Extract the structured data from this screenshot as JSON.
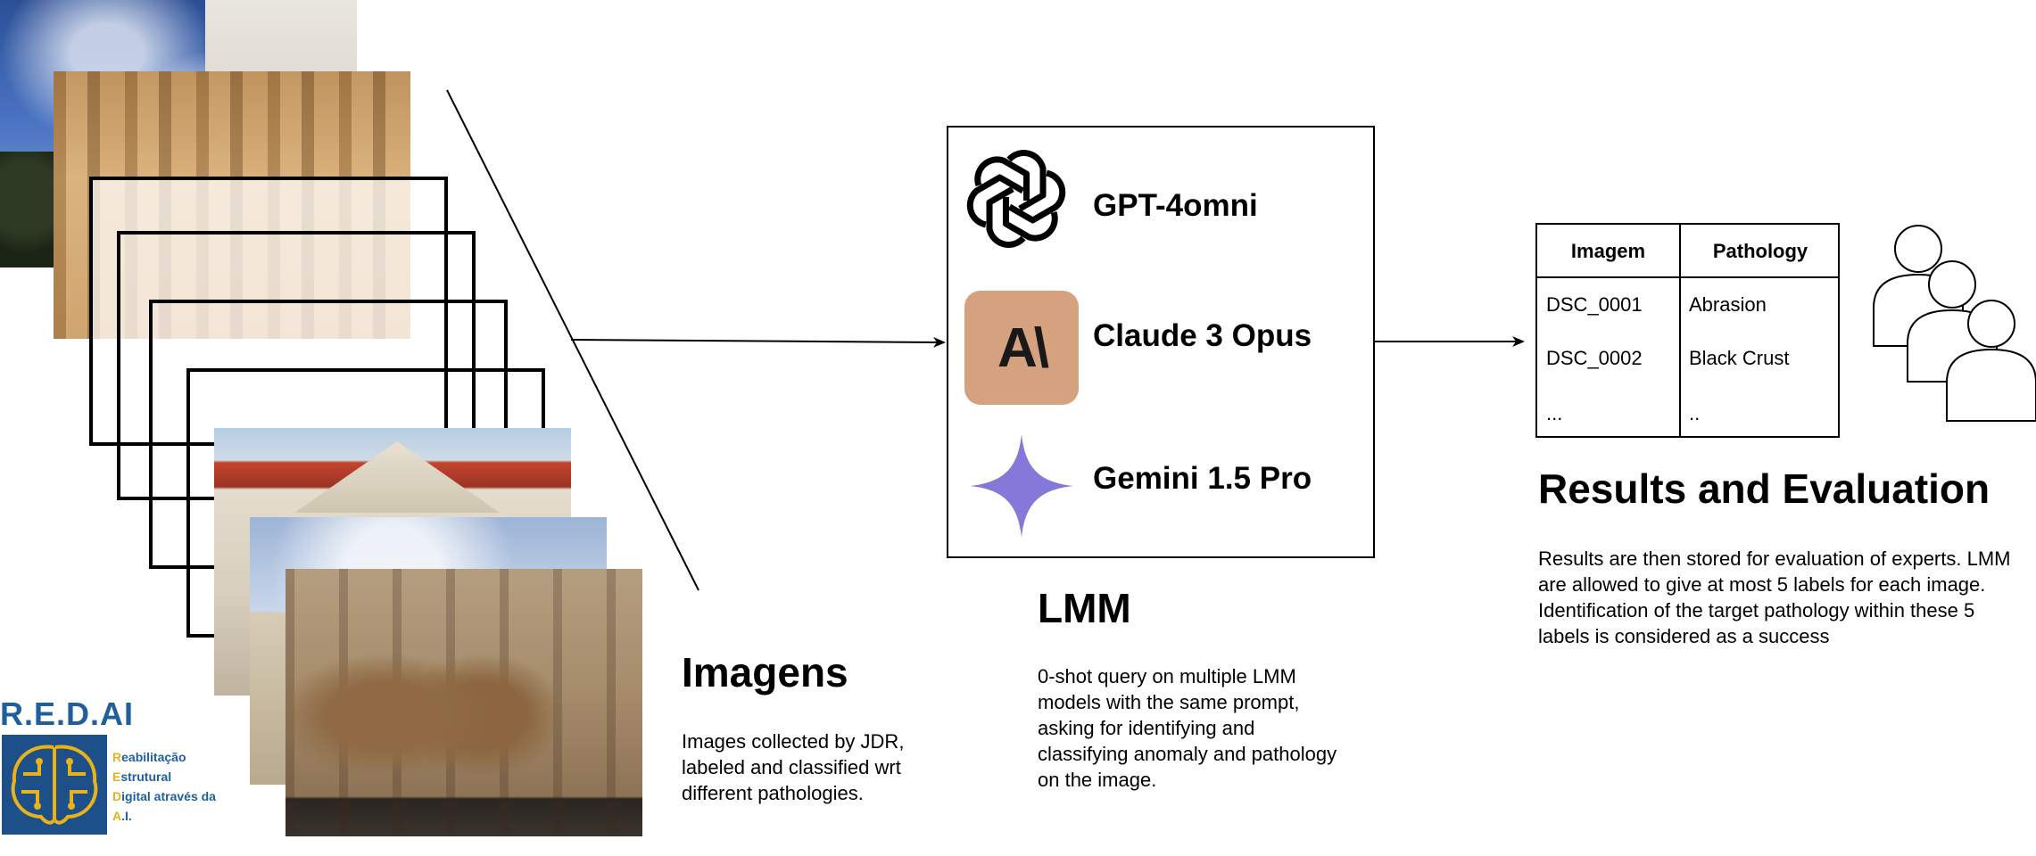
{
  "colors": {
    "claude_bg": "#d4a27f",
    "gemini": "#8478d8",
    "logo_blue": "#1f5f9e",
    "logo_yellow": "#e7b21a"
  },
  "imagens": {
    "heading": "Imagens",
    "description": "Images collected by JDR, labeled and classified wrt different pathologies."
  },
  "lmm": {
    "heading": "LMM",
    "description": "0-shot query on multiple LMM models with the same prompt, asking for identifying and classifying anomaly and pathology on the image.",
    "models": [
      {
        "name": "GPT-4omni",
        "icon": "openai-logo-icon"
      },
      {
        "name": "Claude 3 Opus",
        "icon": "anthropic-logo-icon",
        "icon_text": "A\\"
      },
      {
        "name": "Gemini 1.5 Pro",
        "icon": "gemini-star-icon"
      }
    ]
  },
  "results": {
    "heading": "Results and Evaluation",
    "description": "Results are then stored for evaluation of experts. LMM are allowed to give at most 5 labels for each image. Identification of the target pathology within these 5 labels is considered as a success",
    "table": {
      "headers": [
        "Imagem",
        "Pathology"
      ],
      "rows": [
        [
          "DSC_0001",
          "Abrasion"
        ],
        [
          "DSC_0002",
          "Black Crust"
        ],
        [
          "...",
          ".."
        ]
      ]
    },
    "experts_icon": "user-group-icon"
  },
  "logo": {
    "title": "R.E.D.AI",
    "lines": [
      {
        "initial": "R",
        "rest": "eabilitação"
      },
      {
        "initial": "E",
        "rest": "strutural"
      },
      {
        "initial": "D",
        "rest": "igital através da"
      },
      {
        "initial": "A",
        "rest": ".I."
      }
    ]
  }
}
